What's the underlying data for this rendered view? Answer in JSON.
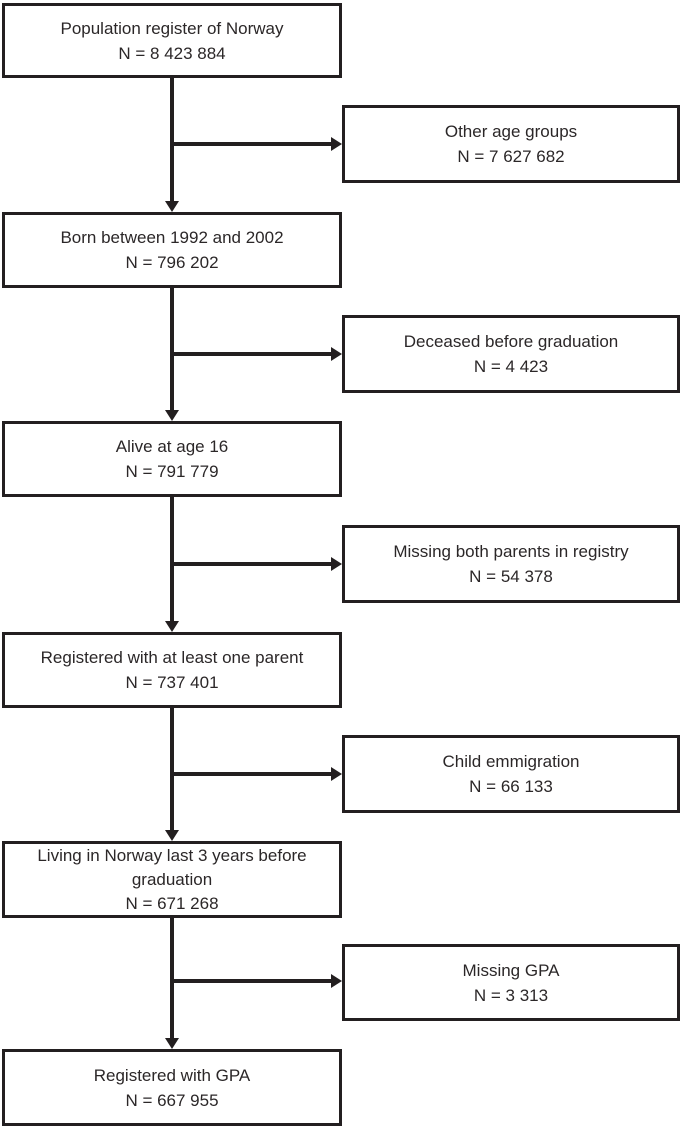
{
  "diagram": {
    "type": "flow-diagram",
    "description": "Population selection flow chart with exclusions",
    "colors": {
      "line": "#231f20",
      "text": "#2b2728",
      "background": "#ffffff"
    },
    "main_steps": [
      {
        "label": "Population register of Norway",
        "n": "N = 8 423 884"
      },
      {
        "label": "Born between 1992 and 2002",
        "n": "N = 796 202"
      },
      {
        "label": "Alive at age 16",
        "n": "N = 791 779"
      },
      {
        "label": "Registered with at least one parent",
        "n": "N = 737 401"
      },
      {
        "label": "Living in Norway last 3 years before graduation",
        "n": "N = 671 268"
      },
      {
        "label": "Registered with GPA",
        "n": "N = 667 955"
      }
    ],
    "exclusions": [
      {
        "label": "Other age groups",
        "n": "N = 7 627 682"
      },
      {
        "label": "Deceased before graduation",
        "n": "N = 4 423"
      },
      {
        "label": "Missing both parents in registry",
        "n": "N = 54 378"
      },
      {
        "label": "Child emmigration",
        "n": "N = 66 133"
      },
      {
        "label": "Missing GPA",
        "n": "N = 3 313"
      }
    ]
  }
}
